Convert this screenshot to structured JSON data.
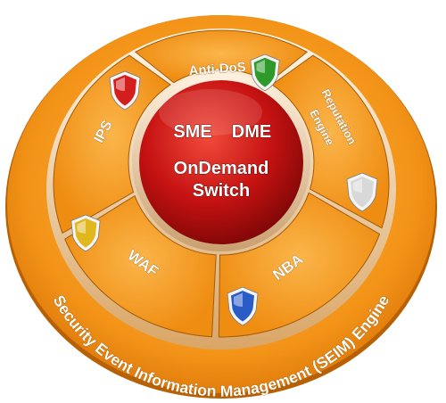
{
  "outer_ring": {
    "label": "Security Event Information Management (SEIM) Engine"
  },
  "core": {
    "line1_left": "SME",
    "line1_right": "DME",
    "line2": "OnDemand",
    "line3": "Switch"
  },
  "segments": {
    "anti_dos": "Anti-DoS",
    "reputation_line1": "Reputation",
    "reputation_line2": "Engine",
    "nba": "NBA",
    "waf": "WAF",
    "ips": "IPS"
  },
  "shields": [
    {
      "name": "ips-shield-icon",
      "color": "#d41e1e"
    },
    {
      "name": "anti-dos-shield-icon",
      "color": "#2e9a2a"
    },
    {
      "name": "reputation-shield-icon",
      "color": "#d8d8d8"
    },
    {
      "name": "nba-shield-icon",
      "color": "#2a5cc8"
    },
    {
      "name": "waf-shield-icon",
      "color": "#e0b81e"
    }
  ],
  "colors": {
    "orange": "#f59a1e",
    "orange_dark": "#d87a08",
    "core_red": "#c81414"
  }
}
